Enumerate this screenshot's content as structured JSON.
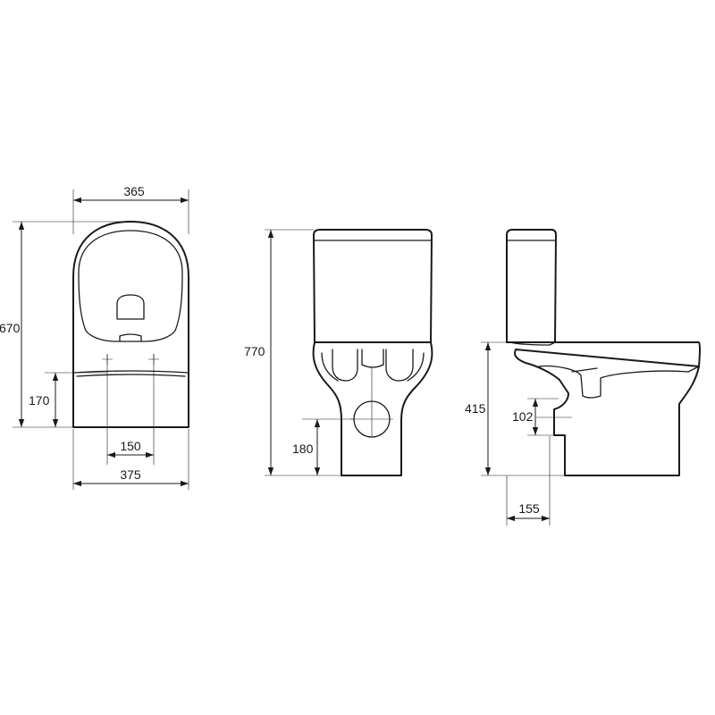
{
  "dimensions": {
    "top_view_width": "365",
    "top_view_depth": "670",
    "top_view_front": "170",
    "top_view_fixing_spacing": "150",
    "top_view_base_width": "375",
    "front_view_height": "770",
    "front_view_outlet_height": "180",
    "side_view_seat_height": "415",
    "side_view_outlet_height": "102",
    "side_view_outlet_offset": "155"
  },
  "colors": {
    "line": "#1a1a1a",
    "background": "#ffffff"
  }
}
